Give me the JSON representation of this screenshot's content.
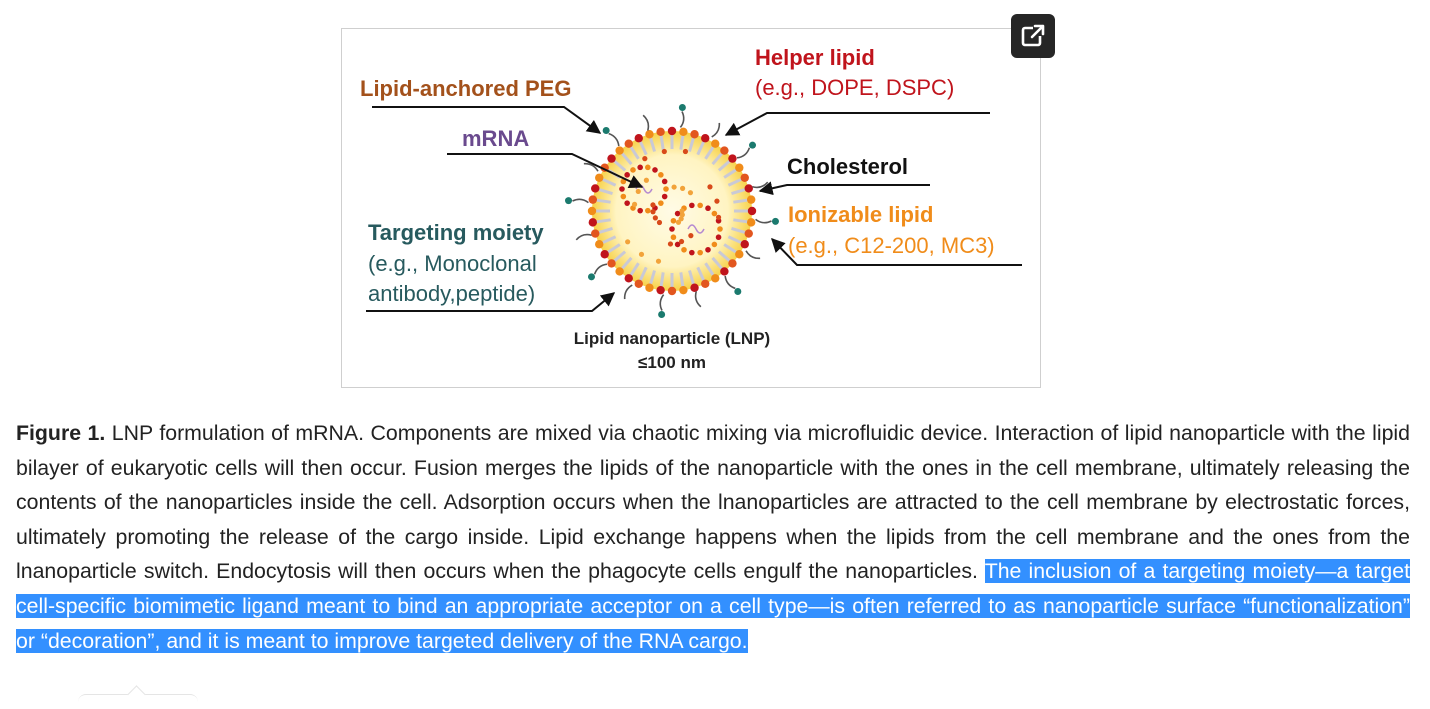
{
  "figure": {
    "labels": {
      "peg": "Lipid-anchored PEG",
      "helper_title": "Helper lipid",
      "helper_examples": "(e.g., DOPE, DSPC)",
      "mrna": "mRNA",
      "cholesterol": "Cholesterol",
      "ionizable_title": "Ionizable lipid",
      "ionizable_examples": "(e.g., C12-200, MC3)",
      "targeting_title": "Targeting moiety",
      "targeting_line1": "(e.g., Monoclonal",
      "targeting_line2": "antibody,peptide)",
      "lnp_title": "Lipid nanoparticle (LNP)",
      "lnp_size": "≤100 nm"
    },
    "colors": {
      "peg": "#a3511b",
      "helper": "#c0141c",
      "mrna": "#6a4a8e",
      "targeting": "#275a5e",
      "ionizable": "#f08c1a",
      "highlight": "#3390ff"
    },
    "open_icon": "external-link-icon"
  },
  "caption": {
    "label": "Figure 1.",
    "text_plain": " LNP formulation of mRNA. Components are mixed via chaotic mixing via microfluidic device. Interaction of lipid nanoparticle with the lipid bilayer of eukaryotic cells will then occur. Fusion merges the lipids of the nanoparticle with the ones in the cell membrane, ultimately releasing the contents of the nanoparticles inside the cell. Adsorption occurs when the lnanoparticles are attracted to the cell membrane by electrostatic forces, ultimately promoting the release of the cargo inside. Lipid exchange happens when the lipids from the cell membrane and the ones from the lnanoparticle switch. Endocytosis will then occurs when the phagocyte cells engulf the nanoparticles. ",
    "text_selected": "The inclusion of a targeting moiety—a target cell-specific biomimetic ligand meant to bind an appropriate acceptor on a cell type—is often referred to as nanoparticle surface “functionalization” or “decoration”, and it is meant to improve targeted delivery of the RNA cargo."
  }
}
